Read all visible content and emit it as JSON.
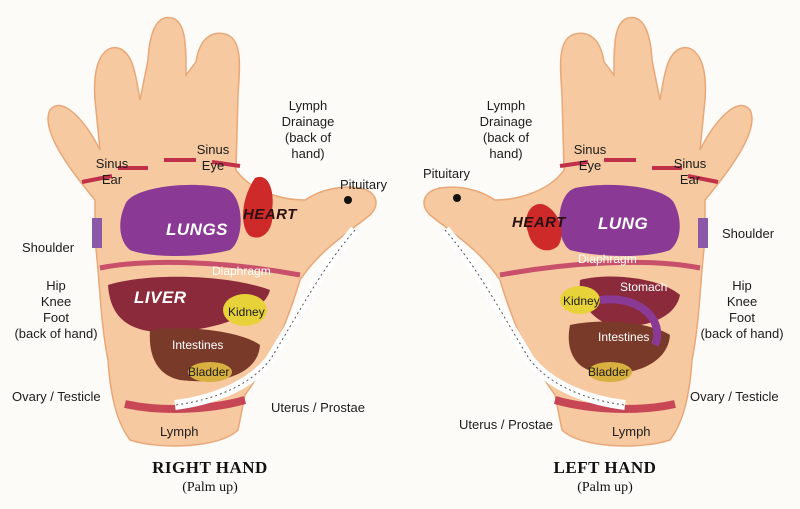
{
  "right_hand": {
    "caption": "RIGHT HAND",
    "subcaption": "(Palm up)",
    "labels": {
      "lymph_drainage": [
        "Lymph",
        "Drainage",
        "(back of",
        "hand)"
      ],
      "sinus_ear": [
        "Sinus",
        "Ear"
      ],
      "sinus_eye": [
        "Sinus",
        "Eye"
      ],
      "pituitary": "Pituitary",
      "shoulder": "Shoulder",
      "hip_knee_foot": [
        "Hip",
        "Knee",
        "Foot",
        "(back of hand)"
      ],
      "ovary_testicle": "Ovary / Testicle",
      "lymph": "Lymph",
      "uterus_prostate": "Uterus / Prostae",
      "lungs": "LUNGS",
      "heart": "HEART",
      "diaphragm": "Diaphragm",
      "liver": "LIVER",
      "kidney": "Kidney",
      "intestines": "Intestines",
      "bladder": "Bladder"
    }
  },
  "left_hand": {
    "caption": "LEFT HAND",
    "subcaption": "(Palm up)",
    "labels": {
      "lymph_drainage": [
        "Lymph",
        "Drainage",
        "(back of",
        "hand)"
      ],
      "sinus_eye": [
        "Sinus",
        "Eye"
      ],
      "sinus_ear": [
        "Sinus",
        "Ear"
      ],
      "pituitary": "Pituitary",
      "shoulder": "Shoulder",
      "hip_knee_foot": [
        "Hip",
        "Knee",
        "Foot",
        "(back of hand)"
      ],
      "ovary_testicle": "Ovary / Testicle",
      "lymph": "Lymph",
      "uterus_prostate": "Uterus / Prostae",
      "lung": "LUNG",
      "heart": "HEART",
      "diaphragm": "Diaphragm",
      "kidney": "Kidney",
      "stomach": "Stomach",
      "intestines": "Intestines",
      "bladder": "Bladder"
    }
  },
  "colors": {
    "skin": "#f6c9a0",
    "skin_edge": "#e8a878",
    "lungs": "#8a3a95",
    "heart": "#cf2a2a",
    "liver": "#8b2a3a",
    "diaphragm": "#c8506a",
    "kidney": "#e8d23a",
    "intestines": "#7a3a2a",
    "bladder": "#d8b040",
    "lymph_band": "#c0304a",
    "spine": "#ffffff"
  }
}
